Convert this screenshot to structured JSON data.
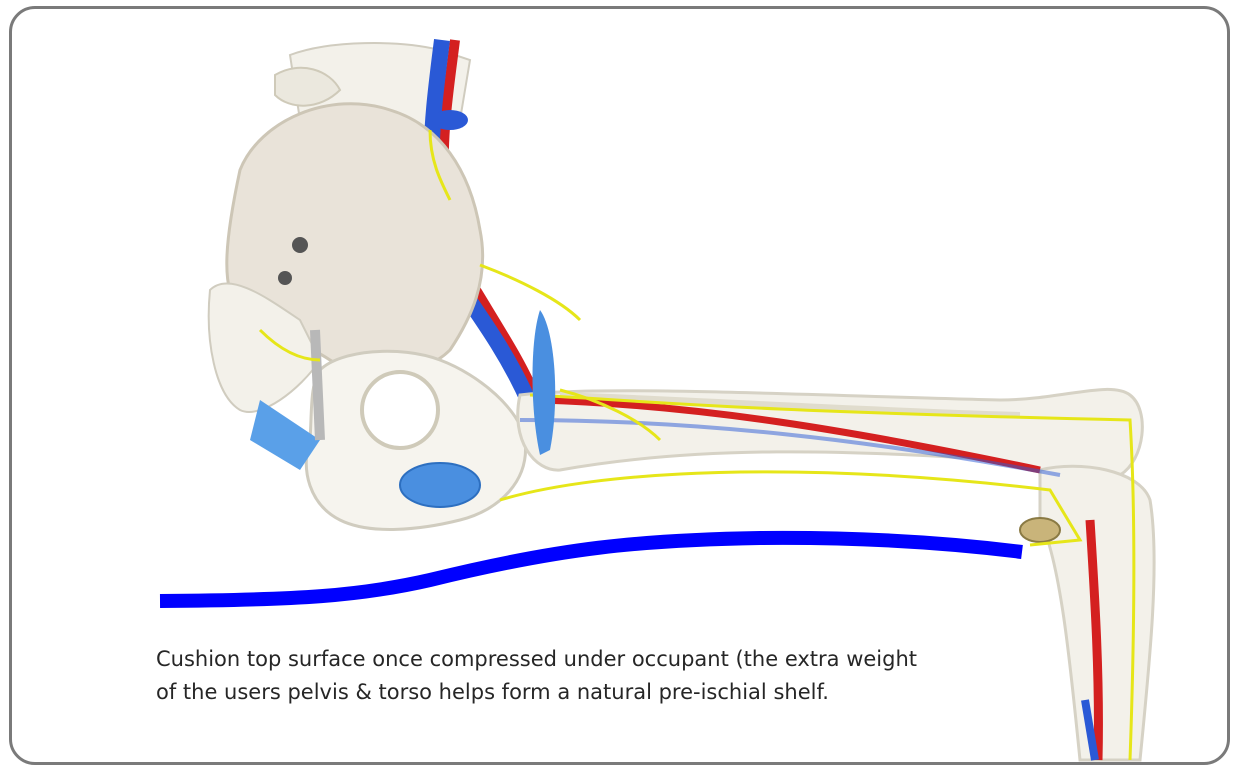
{
  "caption": {
    "line1": "Cushion top surface once compressed under occupant (the extra weight",
    "line2": "of the users pelvis & torso helps form a natural pre-ischial shelf."
  },
  "colors": {
    "frame": "#7a7a7a",
    "cushion_line": "#0000ff",
    "bone": "#f3f1ea",
    "bone_shade": "#d9d5c8",
    "vein": "#2a59d6",
    "artery": "#d42020",
    "nerve": "#e6e619",
    "text": "#262626"
  },
  "icons": [
    "pelvis-bone-illustration",
    "femur-bone-illustration",
    "tibia-bone-illustration"
  ]
}
